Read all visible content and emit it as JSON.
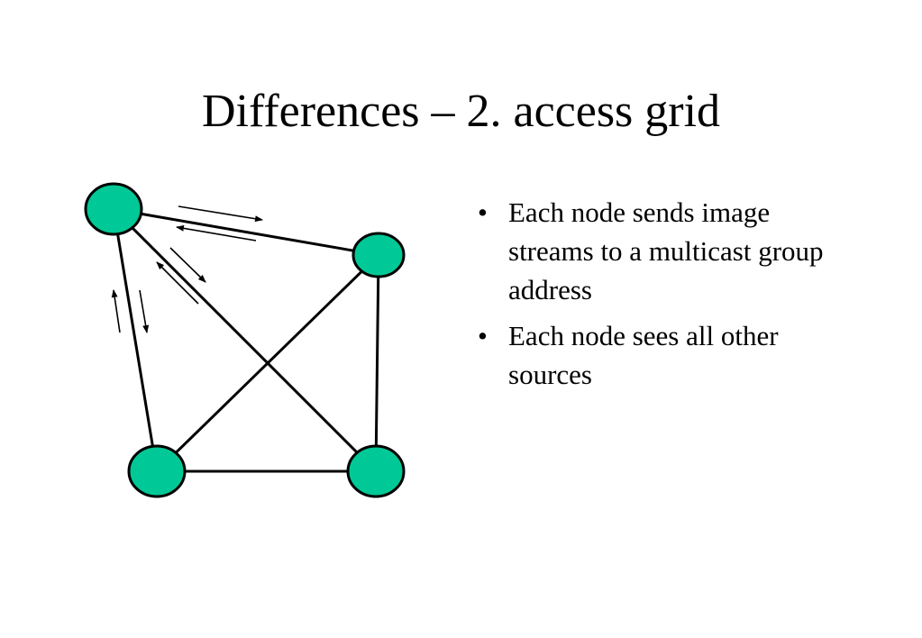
{
  "slide": {
    "title": "Differences – 2. access grid",
    "bullets": [
      "Each node sends image streams to a multicast group address",
      "Each node sees all other sources"
    ]
  },
  "colors": {
    "node_fill": "#00c896",
    "stroke": "#000000",
    "background": "#ffffff"
  }
}
